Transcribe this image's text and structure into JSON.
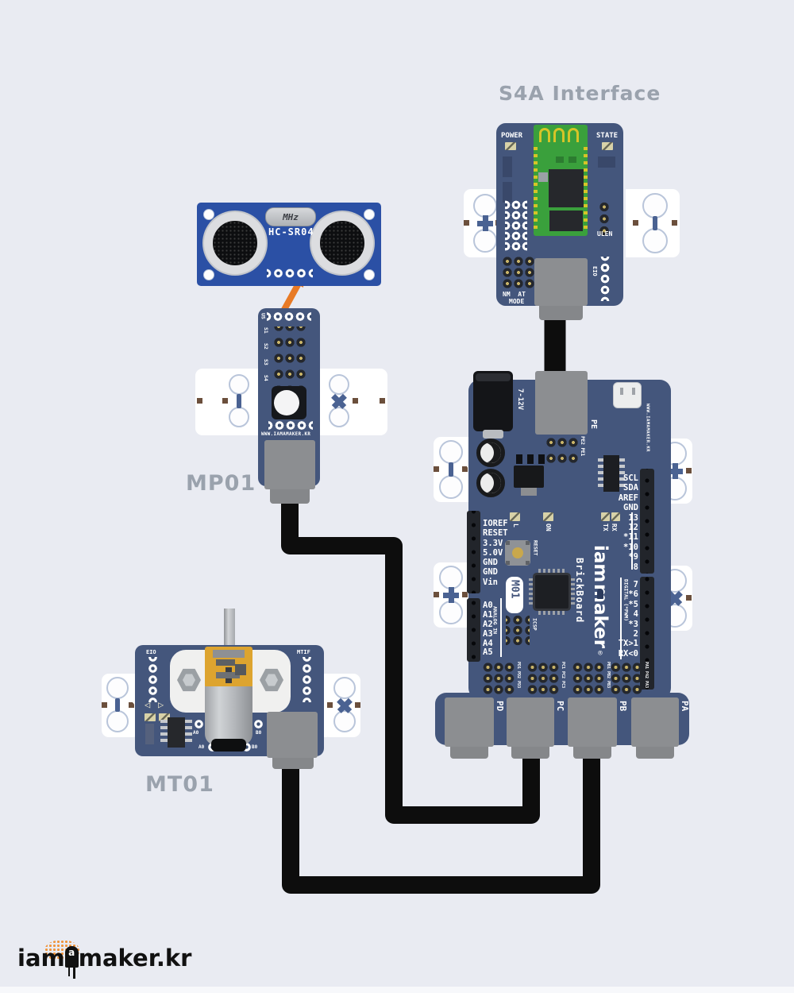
{
  "colors": {
    "background": "#e9ebf2",
    "board_blue": "#44567c",
    "sensor_blue": "#2b50a5",
    "pcb_green": "#3aa03c",
    "antenna_gold": "#d6c428",
    "connector_gray": "#8c8e91",
    "cable_black": "#0d0d0d",
    "arrow_orange": "#e87a25",
    "title_gray": "#9aa2ad",
    "logo_orange": "#f0953c"
  },
  "titles": {
    "s4a": "S4A Interface",
    "mp01": "MP01",
    "mt01": "MT01"
  },
  "s4a": {
    "power": "POWER",
    "state": "STATE",
    "ulen": "ULEN",
    "nm_at": "NM  AT",
    "mode": "MODE",
    "eio": "EIO"
  },
  "sensor": {
    "name": "HC-SR04",
    "crystal": "MHz"
  },
  "mp01": {
    "us": "US",
    "rows": [
      "S1",
      "S2",
      "S3",
      "S4"
    ],
    "website": "WWW.IAMAMAKER.KR"
  },
  "mt01": {
    "eio": "EIO",
    "mtif": "MTIF",
    "a0": "A0",
    "b0": "B0",
    "a0_bottom": "A0",
    "b0_bottom": "B0",
    "tri_left": "◁",
    "tri_right": "▷"
  },
  "main_board": {
    "power_jack": "7-12V",
    "pe": "PE",
    "pe_header": "PE2 PE1",
    "website": "WWW.IAMAMAKER.KR",
    "left_pins": [
      "IOREF",
      "RESET",
      "3.3V",
      "5.0V",
      "GND",
      "GND",
      "Vin"
    ],
    "analog_pins": [
      "A0",
      "A1",
      "A2",
      "A3",
      "A4",
      "A5"
    ],
    "analog_label": "ANALOG IN",
    "right_upper_pins": [
      "SCL",
      "SDA",
      "AREF",
      "GND",
      "13",
      "12",
      "*11",
      "*10",
      "*9",
      "8"
    ],
    "right_lower_pins": [
      "7",
      "*6",
      "*5",
      "4",
      "*3",
      "2",
      "TX>1",
      "RX<0"
    ],
    "digital_label": "DIGITAL (*PWM)",
    "leds": {
      "l": "L",
      "on": "ON",
      "tx": "TX",
      "rx": "RX"
    },
    "reset_label": "RESET",
    "model": "M01",
    "icsp": "ICSP",
    "brand_top": "iam",
    "brand_bottom": "maker",
    "brand_sub": "BrickBoard",
    "reg": "®",
    "port_grids": [
      "PD1 PD2 PD3",
      "PC1 PC2 PC3",
      "PB1 PB2 PB3",
      "PA1 PA2 PA3"
    ],
    "ports": [
      "PD",
      "PC",
      "PB",
      "PA"
    ]
  },
  "footer": {
    "logo_prefix": "iam",
    "logo_a": "a",
    "logo_suffix": "maker.kr"
  }
}
